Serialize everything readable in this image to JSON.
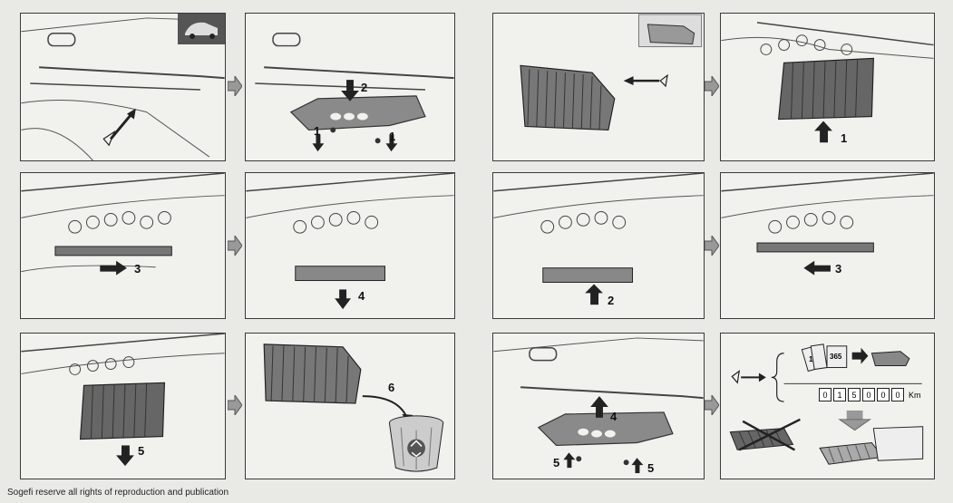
{
  "footer": "Sogefi reserve all rights of reproduction and publication",
  "steps": {
    "p2_a": "2",
    "p2_b": "1",
    "p2_c": "1",
    "p4": "1",
    "p5": "3",
    "p6": "4",
    "p7": "2",
    "p8": "3",
    "p9": "5",
    "p10": "6",
    "p11_a": "4",
    "p11_b": "5",
    "p11_c": "5"
  },
  "calendar": {
    "one": "1",
    "year": "365"
  },
  "odometer": {
    "digits": [
      "0",
      "1",
      "5",
      "0",
      "0",
      "0"
    ],
    "unit": "Km"
  },
  "colors": {
    "panel": "#f1f1ee",
    "line": "#3a3a3a",
    "dark": "#222222"
  },
  "icons": [
    "car-icon",
    "filter-icon",
    "eye-icon",
    "trash-can-icon",
    "recycle-icon",
    "calendar-icon",
    "odometer-icon",
    "arrow-icon"
  ]
}
